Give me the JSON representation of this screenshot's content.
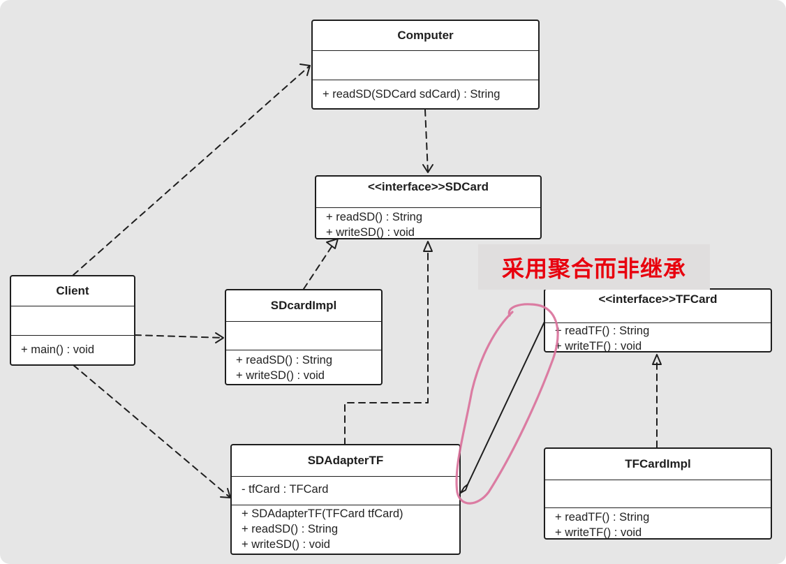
{
  "diagram": {
    "classes": {
      "computer": {
        "name": "Computer",
        "attributes": [],
        "operations": [
          "+ readSD(SDCard sdCard) : String"
        ]
      },
      "sdcard": {
        "name": "<<interface>>SDCard",
        "operations": [
          "+ readSD() : String",
          "+ writeSD() : void"
        ]
      },
      "client": {
        "name": "Client",
        "attributes": [],
        "operations": [
          "+ main() : void"
        ]
      },
      "sdcardimpl": {
        "name": "SDcardImpl",
        "attributes": [],
        "operations": [
          "+ readSD() : String",
          "+ writeSD() : void"
        ]
      },
      "tfcard": {
        "name": "<<interface>>TFCard",
        "operations": [
          "+ readTF() : String",
          "+ writeTF() : void"
        ]
      },
      "sdadapter": {
        "name": "SDAdapterTF",
        "attributes": [
          "- tfCard : TFCard"
        ],
        "operations": [
          "+ SDAdapterTF(TFCard tfCard)",
          "+ readSD() : String",
          "+ writeSD() : void"
        ]
      },
      "tfcardimpl": {
        "name": "TFCardImpl",
        "attributes": [],
        "operations": [
          "+ readTF() : String",
          "+ writeTF() : void"
        ]
      }
    },
    "relationships": [
      {
        "from": "Client",
        "to": "Computer",
        "kind": "dependency"
      },
      {
        "from": "Client",
        "to": "SDcardImpl",
        "kind": "dependency"
      },
      {
        "from": "Client",
        "to": "SDAdapterTF",
        "kind": "dependency"
      },
      {
        "from": "Computer",
        "to": "<<interface>>SDCard",
        "kind": "dependency"
      },
      {
        "from": "SDcardImpl",
        "to": "<<interface>>SDCard",
        "kind": "realization"
      },
      {
        "from": "SDAdapterTF",
        "to": "<<interface>>SDCard",
        "kind": "realization"
      },
      {
        "from": "TFCardImpl",
        "to": "<<interface>>TFCard",
        "kind": "realization"
      },
      {
        "from": "SDAdapterTF",
        "to": "<<interface>>TFCard",
        "kind": "aggregation"
      }
    ],
    "annotation": {
      "text": "采用聚合而非继承",
      "color": "#e8000e",
      "highlight_color": "#d9709a"
    },
    "colors": {
      "background": "#e6e6e6",
      "line": "#1e1e1e"
    }
  }
}
